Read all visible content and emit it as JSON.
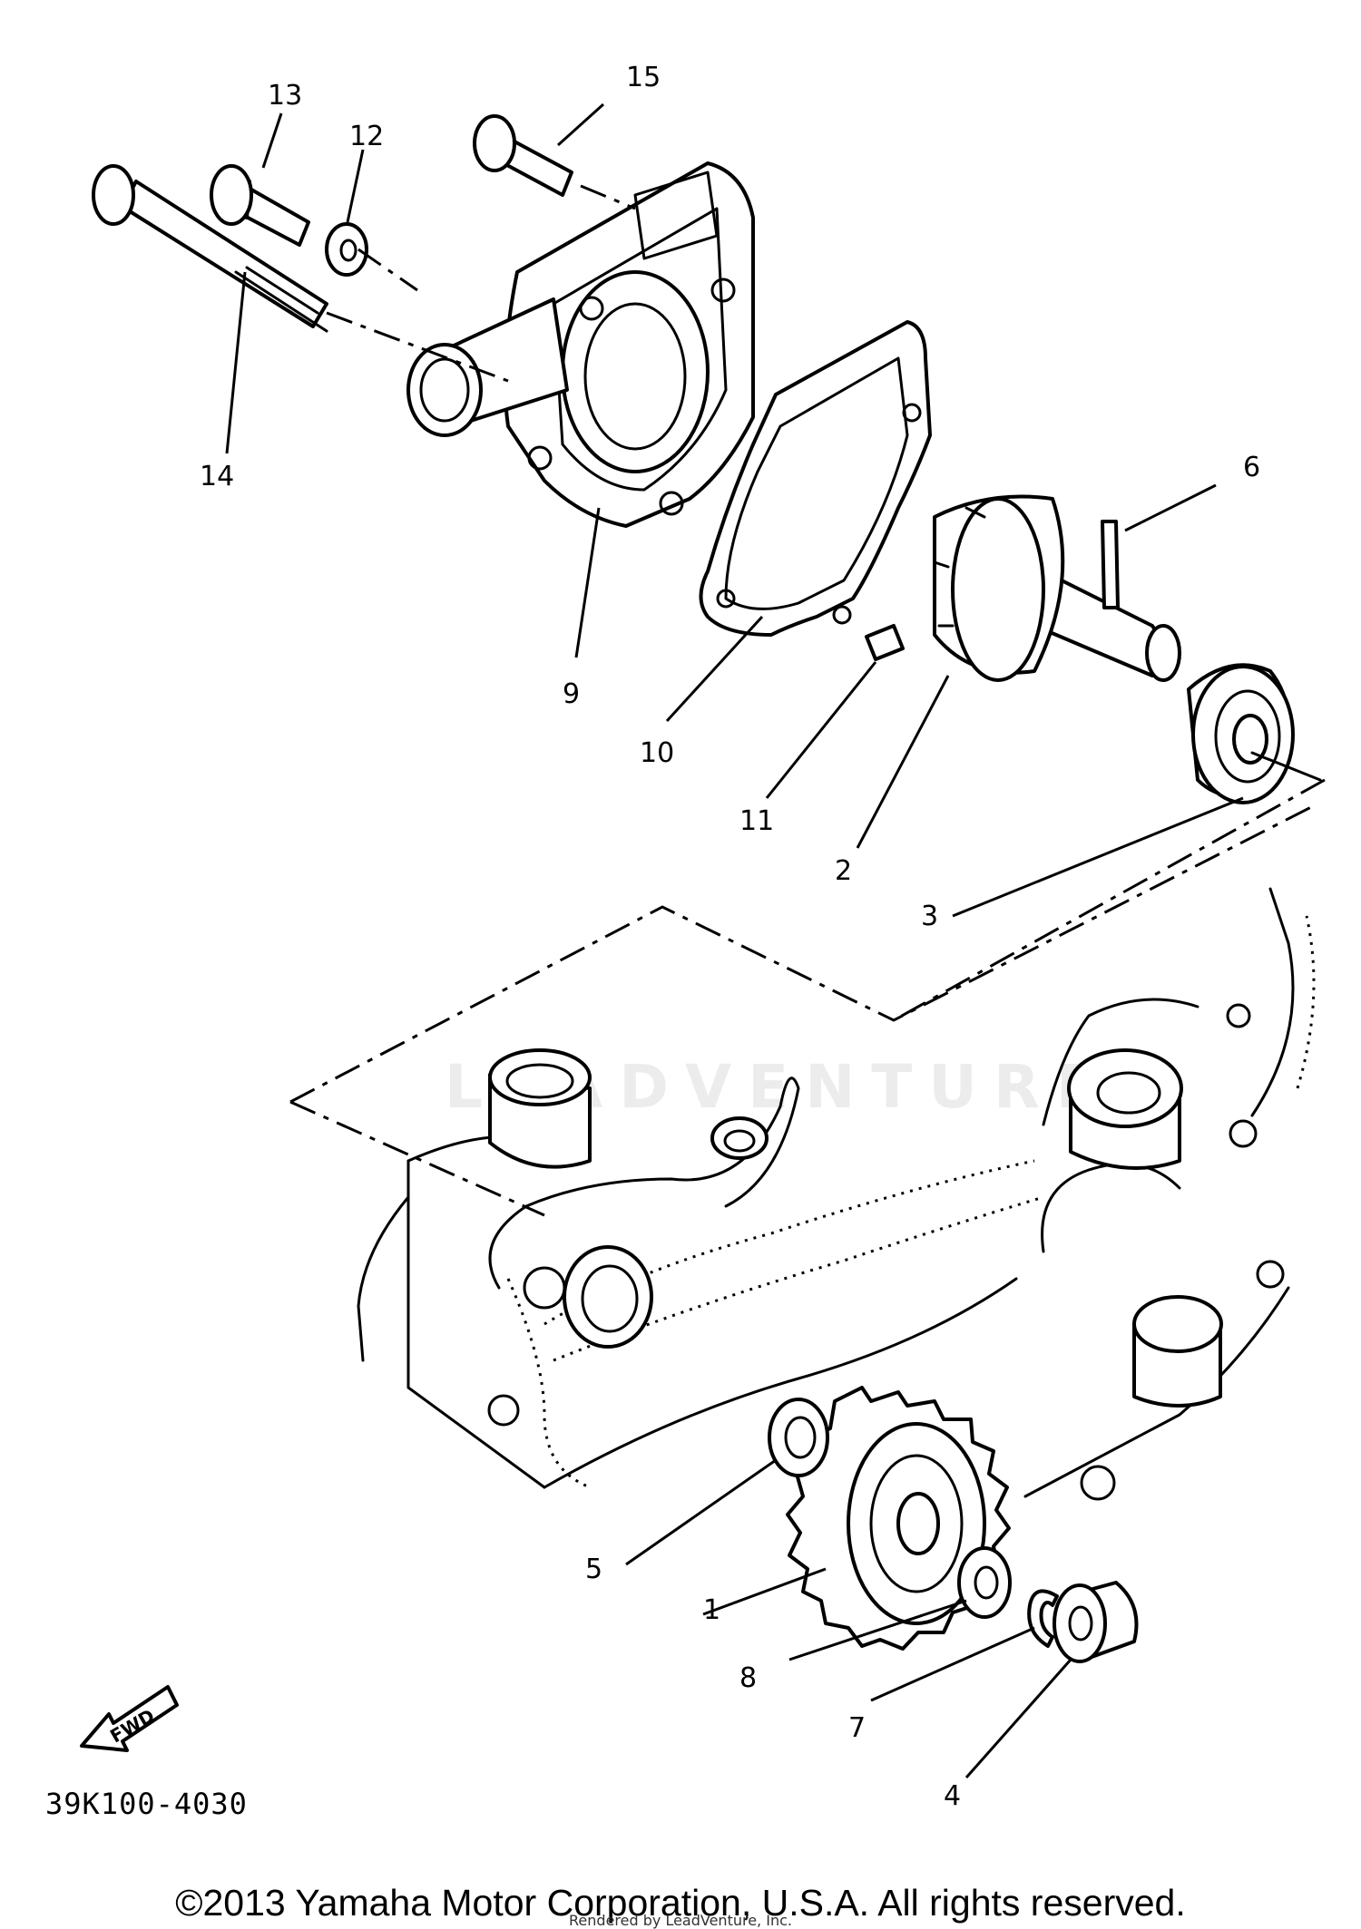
{
  "diagram": {
    "callouts": [
      {
        "id": "1",
        "label": "1"
      },
      {
        "id": "2",
        "label": "2"
      },
      {
        "id": "3",
        "label": "3"
      },
      {
        "id": "4",
        "label": "4"
      },
      {
        "id": "5",
        "label": "5"
      },
      {
        "id": "6",
        "label": "6"
      },
      {
        "id": "7",
        "label": "7"
      },
      {
        "id": "8",
        "label": "8"
      },
      {
        "id": "9",
        "label": "9"
      },
      {
        "id": "10",
        "label": "10"
      },
      {
        "id": "11",
        "label": "11"
      },
      {
        "id": "12",
        "label": "12"
      },
      {
        "id": "13",
        "label": "13"
      },
      {
        "id": "14",
        "label": "14"
      },
      {
        "id": "15",
        "label": "15"
      }
    ],
    "direction_label": "FWD",
    "catalog_code": "39K100-4030",
    "watermark": "LEADVENTURE"
  },
  "footer": {
    "copyright": "©2013 Yamaha Motor Corporation, U.S.A. All rights reserved.",
    "render_credit": "Rendered by LeadVenture, Inc."
  }
}
